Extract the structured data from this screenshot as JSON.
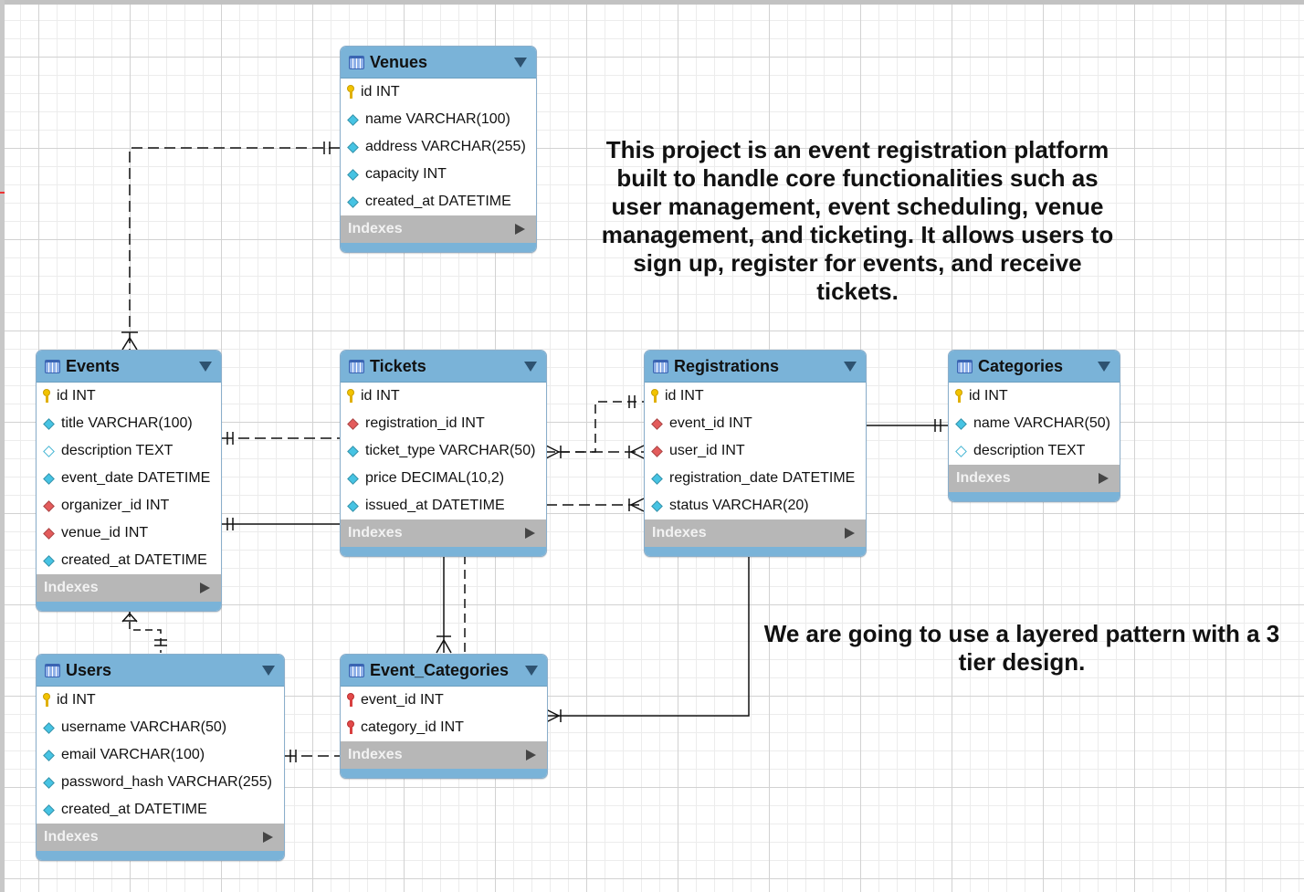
{
  "colors": {
    "header": "#7ab3d8",
    "indexes_bar": "#b7b7b7",
    "pk_icon": "#f2c300",
    "fk_icon": "#e35b5b",
    "column_icon": "#46c3e3"
  },
  "tables": {
    "venues": {
      "name": "Venues",
      "columns": [
        {
          "text": "id INT",
          "icon": "primary-key-icon"
        },
        {
          "text": "name VARCHAR(100)",
          "icon": "column-icon"
        },
        {
          "text": "address VARCHAR(255)",
          "icon": "column-icon"
        },
        {
          "text": "capacity INT",
          "icon": "column-icon"
        },
        {
          "text": "created_at DATETIME",
          "icon": "column-icon"
        }
      ],
      "indexes_label": "Indexes"
    },
    "events": {
      "name": "Events",
      "columns": [
        {
          "text": "id INT",
          "icon": "primary-key-icon"
        },
        {
          "text": "title VARCHAR(100)",
          "icon": "column-icon"
        },
        {
          "text": "description TEXT",
          "icon": "nullable-column-icon"
        },
        {
          "text": "event_date DATETIME",
          "icon": "column-icon"
        },
        {
          "text": "organizer_id INT",
          "icon": "foreign-key-icon"
        },
        {
          "text": "venue_id INT",
          "icon": "foreign-key-icon"
        },
        {
          "text": "created_at DATETIME",
          "icon": "column-icon"
        }
      ],
      "indexes_label": "Indexes"
    },
    "tickets": {
      "name": "Tickets",
      "columns": [
        {
          "text": "id INT",
          "icon": "primary-key-icon"
        },
        {
          "text": "registration_id INT",
          "icon": "foreign-key-icon"
        },
        {
          "text": "ticket_type VARCHAR(50)",
          "icon": "column-icon"
        },
        {
          "text": "price DECIMAL(10,2)",
          "icon": "column-icon"
        },
        {
          "text": "issued_at DATETIME",
          "icon": "column-icon"
        }
      ],
      "indexes_label": "Indexes"
    },
    "registrations": {
      "name": "Registrations",
      "columns": [
        {
          "text": "id INT",
          "icon": "primary-key-icon"
        },
        {
          "text": "event_id INT",
          "icon": "foreign-key-icon"
        },
        {
          "text": "user_id INT",
          "icon": "foreign-key-icon"
        },
        {
          "text": "registration_date DATETIME",
          "icon": "column-icon"
        },
        {
          "text": "status VARCHAR(20)",
          "icon": "column-icon"
        }
      ],
      "indexes_label": "Indexes"
    },
    "categories": {
      "name": "Categories",
      "columns": [
        {
          "text": "id INT",
          "icon": "primary-key-icon"
        },
        {
          "text": "name VARCHAR(50)",
          "icon": "column-icon"
        },
        {
          "text": "description TEXT",
          "icon": "nullable-column-icon"
        }
      ],
      "indexes_label": "Indexes"
    },
    "users": {
      "name": "Users",
      "columns": [
        {
          "text": "id INT",
          "icon": "primary-key-icon"
        },
        {
          "text": "username VARCHAR(50)",
          "icon": "column-icon"
        },
        {
          "text": "email VARCHAR(100)",
          "icon": "column-icon"
        },
        {
          "text": "password_hash VARCHAR(255)",
          "icon": "column-icon"
        },
        {
          "text": "created_at DATETIME",
          "icon": "column-icon"
        }
      ],
      "indexes_label": "Indexes"
    },
    "event_categories": {
      "name": "Event_Categories",
      "columns": [
        {
          "text": "event_id INT",
          "icon": "foreign-primary-key-icon"
        },
        {
          "text": "category_id INT",
          "icon": "foreign-primary-key-icon"
        }
      ],
      "indexes_label": "Indexes"
    }
  },
  "notes": {
    "description": "This project is an event registration platform built to handle core functionalities such as user management, event scheduling, venue management, and ticketing. It allows users to sign up, register for events, and receive tickets.",
    "architecture": "We are going to use a layered pattern with a 3 tier design."
  }
}
